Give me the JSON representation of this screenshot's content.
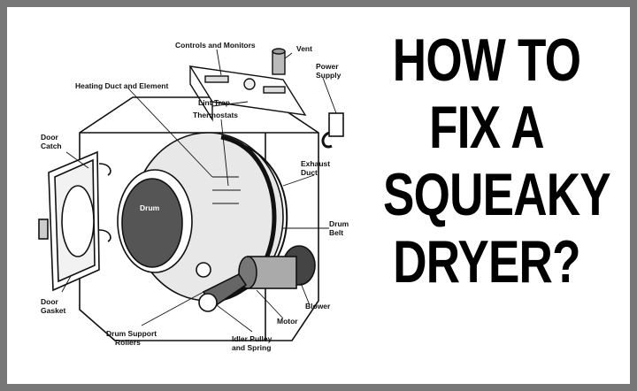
{
  "diagram": {
    "labels": {
      "controls": "Controls and Monitors",
      "vent": "Vent",
      "power1": "Power",
      "power2": "Supply",
      "heating": "Heating Duct and Element",
      "lint": "Lint Trap",
      "thermostats": "Thermostats",
      "door_catch1": "Door",
      "door_catch2": "Catch",
      "exhaust1": "Exhaust",
      "exhaust2": "Duct",
      "drum": "Drum",
      "drum_belt1": "Drum",
      "drum_belt2": "Belt",
      "door_gasket1": "Door",
      "door_gasket2": "Gasket",
      "blower": "Blower",
      "motor": "Motor",
      "rollers1": "Drum Support",
      "rollers2": "Rollers",
      "idler1": "Idler Pulley",
      "idler2": "and Spring"
    }
  },
  "headline": {
    "line1": "HOW TO",
    "line2": "FIX A",
    "line3": "SQUEAKY",
    "line4": "DRYER?"
  }
}
